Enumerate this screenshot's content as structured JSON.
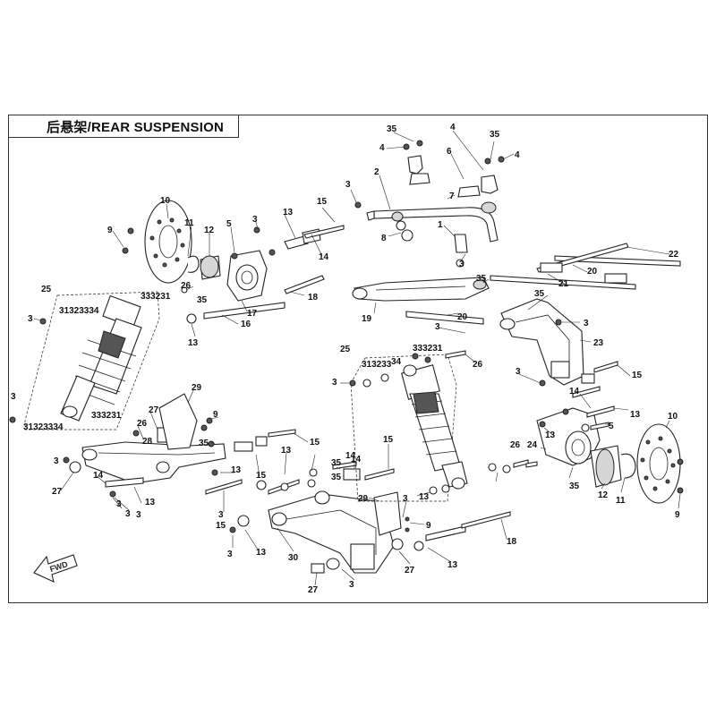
{
  "title": "后悬架/REAR SUSPENSION",
  "fwd_label": "FWD",
  "callouts": [
    {
      "id": "c1",
      "text": "35"
    },
    {
      "id": "c2",
      "text": "4"
    },
    {
      "id": "c3",
      "text": "4"
    },
    {
      "id": "c4",
      "text": "6"
    },
    {
      "id": "c5",
      "text": "35"
    },
    {
      "id": "c6",
      "text": "4"
    },
    {
      "id": "c7",
      "text": "2"
    },
    {
      "id": "c8",
      "text": "3"
    },
    {
      "id": "c9",
      "text": "7"
    },
    {
      "id": "c10",
      "text": "8"
    },
    {
      "id": "c11",
      "text": "1"
    },
    {
      "id": "c12",
      "text": "3"
    },
    {
      "id": "c13",
      "text": "22"
    },
    {
      "id": "c14",
      "text": "20"
    },
    {
      "id": "c15",
      "text": "15"
    },
    {
      "id": "c16",
      "text": "10"
    },
    {
      "id": "c17",
      "text": "11"
    },
    {
      "id": "c18",
      "text": "12"
    },
    {
      "id": "c19",
      "text": "5"
    },
    {
      "id": "c20",
      "text": "3"
    },
    {
      "id": "c21",
      "text": "13"
    },
    {
      "id": "c22",
      "text": "9"
    },
    {
      "id": "c23",
      "text": "14"
    },
    {
      "id": "c24",
      "text": "18"
    },
    {
      "id": "c25",
      "text": "35"
    },
    {
      "id": "c26",
      "text": "21"
    },
    {
      "id": "c27",
      "text": "35"
    },
    {
      "id": "c28",
      "text": "19"
    },
    {
      "id": "c29",
      "text": "20"
    },
    {
      "id": "c30",
      "text": "3"
    },
    {
      "id": "c31",
      "text": "23"
    },
    {
      "id": "c32",
      "text": "3"
    },
    {
      "id": "c33",
      "text": "25"
    },
    {
      "id": "c34",
      "text": "333231"
    },
    {
      "id": "c35",
      "text": "26"
    },
    {
      "id": "c36",
      "text": "35"
    },
    {
      "id": "c37",
      "text": "17"
    },
    {
      "id": "c38",
      "text": "16"
    },
    {
      "id": "c39",
      "text": "13"
    },
    {
      "id": "c40",
      "text": "3"
    },
    {
      "id": "c41",
      "text": "31323334"
    },
    {
      "id": "c42",
      "text": "25"
    },
    {
      "id": "c43",
      "text": "333231"
    },
    {
      "id": "c44",
      "text": "313233"
    },
    {
      "id": "c45",
      "text": "34"
    },
    {
      "id": "c46",
      "text": "26"
    },
    {
      "id": "c47",
      "text": "3"
    },
    {
      "id": "c48",
      "text": "3"
    },
    {
      "id": "c49",
      "text": "15"
    },
    {
      "id": "c50",
      "text": "14"
    },
    {
      "id": "c51",
      "text": "13"
    },
    {
      "id": "c52",
      "text": "5"
    },
    {
      "id": "c53",
      "text": "10"
    },
    {
      "id": "c54",
      "text": "29"
    },
    {
      "id": "c55",
      "text": "3"
    },
    {
      "id": "c56",
      "text": "333231"
    },
    {
      "id": "c57",
      "text": "31323334"
    },
    {
      "id": "c58",
      "text": "28"
    },
    {
      "id": "c59",
      "text": "27"
    },
    {
      "id": "c60",
      "text": "26"
    },
    {
      "id": "c61",
      "text": "9"
    },
    {
      "id": "c62",
      "text": "35"
    },
    {
      "id": "c63",
      "text": "15"
    },
    {
      "id": "c64",
      "text": "3"
    },
    {
      "id": "c65",
      "text": "13"
    },
    {
      "id": "c66",
      "text": "24"
    },
    {
      "id": "c67",
      "text": "26"
    },
    {
      "id": "c68",
      "text": "35"
    },
    {
      "id": "c69",
      "text": "14"
    },
    {
      "id": "c70",
      "text": "15"
    },
    {
      "id": "c71",
      "text": "12"
    },
    {
      "id": "c72",
      "text": "11"
    },
    {
      "id": "c73",
      "text": "9"
    },
    {
      "id": "c74",
      "text": "27"
    },
    {
      "id": "c75",
      "text": "14"
    },
    {
      "id": "c76",
      "text": "13"
    },
    {
      "id": "c77",
      "text": "3"
    },
    {
      "id": "c78",
      "text": "15"
    },
    {
      "id": "c79",
      "text": "13"
    },
    {
      "id": "c80",
      "text": "3"
    },
    {
      "id": "c81",
      "text": "13"
    },
    {
      "id": "c82",
      "text": "30"
    },
    {
      "id": "c83",
      "text": "29"
    },
    {
      "id": "c84",
      "text": "3"
    },
    {
      "id": "c85",
      "text": "9"
    },
    {
      "id": "c86",
      "text": "27"
    },
    {
      "id": "c87",
      "text": "13"
    },
    {
      "id": "c88",
      "text": "18"
    },
    {
      "id": "c89",
      "text": "35"
    },
    {
      "id": "c90",
      "text": "3"
    },
    {
      "id": "c91",
      "text": "27"
    },
    {
      "id": "c92",
      "text": "3"
    },
    {
      "id": "c93",
      "text": "3"
    },
    {
      "id": "c94",
      "text": "15"
    },
    {
      "id": "c95",
      "text": "14"
    },
    {
      "id": "c96",
      "text": "35"
    },
    {
      "id": "c97",
      "text": "13"
    },
    {
      "id": "c98",
      "text": "3"
    },
    {
      "id": "c99",
      "text": "13"
    }
  ]
}
